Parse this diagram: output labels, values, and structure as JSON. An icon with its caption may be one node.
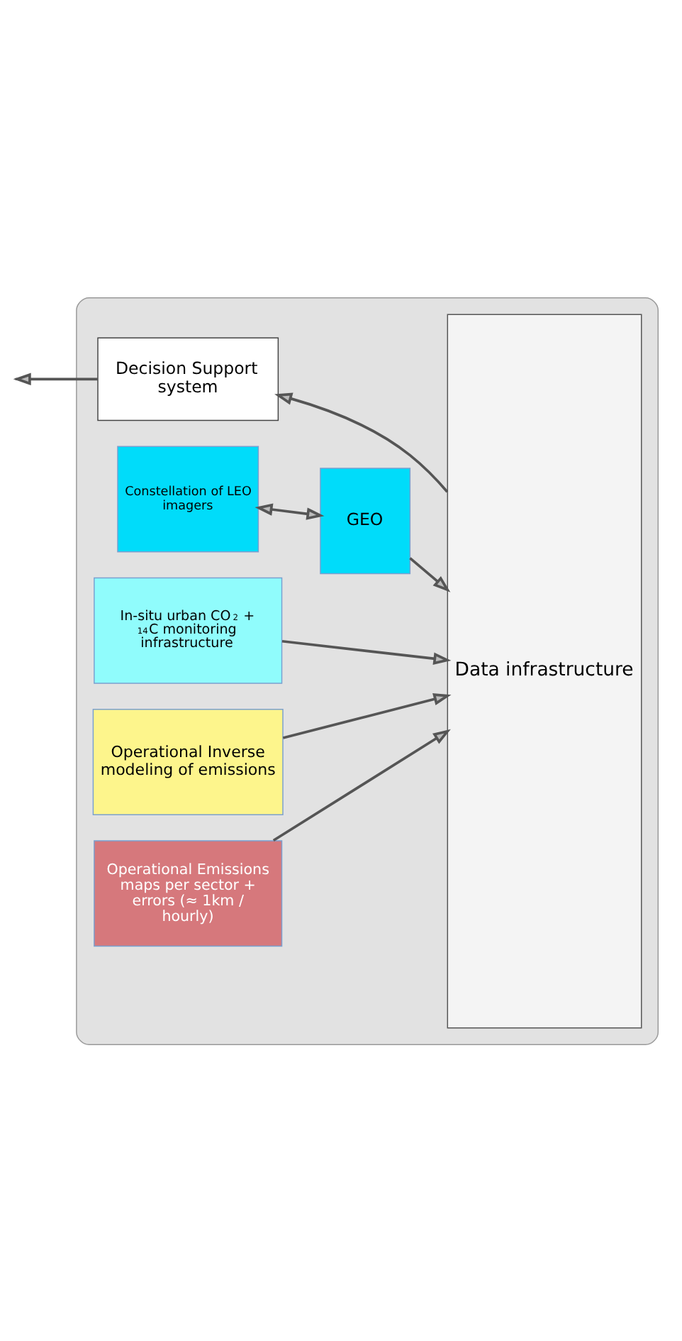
{
  "diagram": {
    "nodes": [
      {
        "text": [],
        "shape": "box"
      },
      {
        "text": [
          "Decision Support system"
        ],
        "in": 0
      },
      {
        "text": [
          "Data infrastructure"
        ],
        "in": 0
      },
      {
        "text": [
          "Constellation of LEO imagers"
        ],
        "in": 0
      },
      {
        "text": [
          "GEO"
        ],
        "in": 0
      },
      {
        "text": [
          "In-situ urban CO$_{2}$ + $^{14}$C monitoring infrastructure"
        ],
        "in": 0
      },
      {
        "text": [
          "Operational Inverse modeling of emissions"
        ],
        "in": 0
      },
      {
        "text": [
          "Operational Emissions maps per sector + errors (≈ 1km / hourly)"
        ],
        "in": 0
      }
    ],
    "edges": [
      {
        "from": 2,
        "to": 1,
        "arrow": "to"
      },
      {
        "from": 1,
        "to": null,
        "arrow": "to"
      },
      {
        "from": 3,
        "to": 4,
        "arrow": "both"
      },
      {
        "from": 4,
        "to": 2,
        "arrow": "to"
      },
      {
        "from": 5,
        "to": 2,
        "arrow": "to"
      },
      {
        "from": 6,
        "to": 2,
        "arrow": "to"
      },
      {
        "from": 7,
        "to": 2,
        "arrow": "to"
      }
    ]
  }
}
